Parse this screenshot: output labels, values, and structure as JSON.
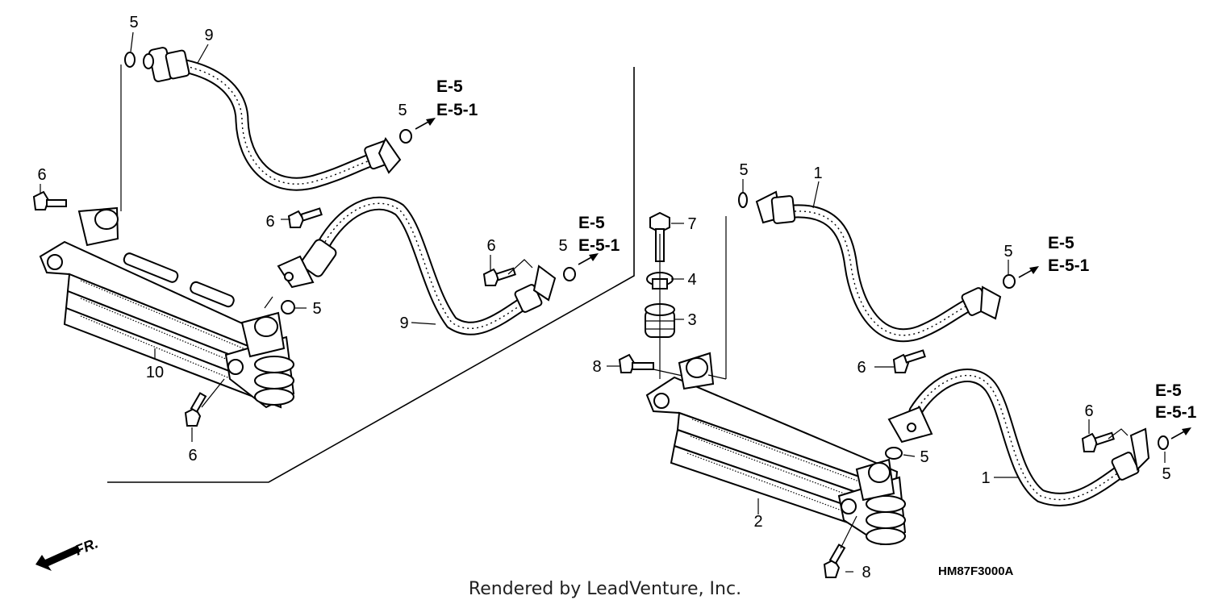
{
  "callouts": {
    "l5_top": "5",
    "l9_top": "9",
    "l5_mid": "5",
    "l6_left": "6",
    "l6_center": "6",
    "l6_hose": "6",
    "l5_hose": "5",
    "l5_fit": "5",
    "l9_low": "9",
    "l10": "10",
    "l6_bottom": "6",
    "r5_top": "5",
    "r1_top": "1",
    "r7": "7",
    "r4": "4",
    "r3": "3",
    "r8_left": "8",
    "r5_upper": "5",
    "r6_mid": "6",
    "r6_low": "6",
    "r5_lower": "5",
    "r5_side": "5",
    "r1_low": "1",
    "r2": "2",
    "r8_bottom": "8"
  },
  "refs": {
    "a_line1": "E-5",
    "a_line2": "E-5-1",
    "b_line1": "E-5",
    "b_line2": "E-5-1",
    "c_line1": "E-5",
    "c_line2": "E-5-1",
    "d_line1": "E-5",
    "d_line2": "E-5-1"
  },
  "front_marker": "FR.",
  "diagram_code": "HM87F3000A",
  "credit": "Rendered by LeadVenture, Inc."
}
